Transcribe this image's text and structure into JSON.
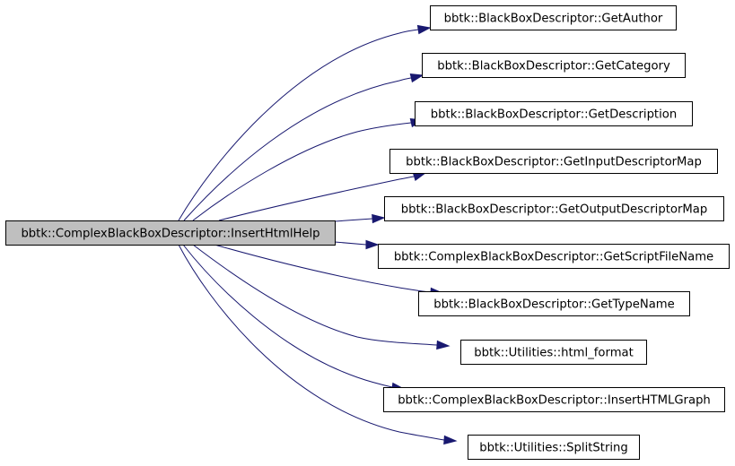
{
  "colors": {
    "background": "#ffffff",
    "source_fill": "#bfbfbf",
    "target_fill": "#ffffff",
    "border": "#000000",
    "edge": "#191970",
    "text": "#000000"
  },
  "source": {
    "id": "source",
    "label": "bbtk::ComplexBlackBoxDescriptor::InsertHtmlHelp"
  },
  "targets": [
    {
      "id": "get-author",
      "label": "bbtk::BlackBoxDescriptor::GetAuthor"
    },
    {
      "id": "get-category",
      "label": "bbtk::BlackBoxDescriptor::GetCategory"
    },
    {
      "id": "get-description",
      "label": "bbtk::BlackBoxDescriptor::GetDescription"
    },
    {
      "id": "get-input-descriptor-map",
      "label": "bbtk::BlackBoxDescriptor::GetInputDescriptorMap"
    },
    {
      "id": "get-output-descriptor-map",
      "label": "bbtk::BlackBoxDescriptor::GetOutputDescriptorMap"
    },
    {
      "id": "get-script-file-name",
      "label": "bbtk::ComplexBlackBoxDescriptor::GetScriptFileName"
    },
    {
      "id": "get-type-name",
      "label": "bbtk::BlackBoxDescriptor::GetTypeName"
    },
    {
      "id": "html-format",
      "label": "bbtk::Utilities::html_format"
    },
    {
      "id": "insert-html-graph",
      "label": "bbtk::ComplexBlackBoxDescriptor::InsertHTMLGraph"
    },
    {
      "id": "split-string",
      "label": "bbtk::Utilities::SplitString"
    }
  ],
  "edges": [
    {
      "from": "source",
      "to": "get-author"
    },
    {
      "from": "source",
      "to": "get-category"
    },
    {
      "from": "source",
      "to": "get-description"
    },
    {
      "from": "source",
      "to": "get-input-descriptor-map"
    },
    {
      "from": "source",
      "to": "get-output-descriptor-map"
    },
    {
      "from": "source",
      "to": "get-script-file-name"
    },
    {
      "from": "source",
      "to": "get-type-name"
    },
    {
      "from": "source",
      "to": "html-format"
    },
    {
      "from": "source",
      "to": "insert-html-graph"
    },
    {
      "from": "source",
      "to": "split-string"
    }
  ]
}
